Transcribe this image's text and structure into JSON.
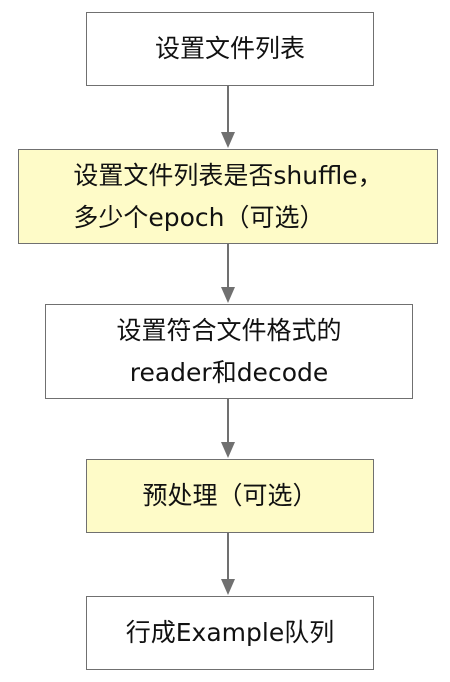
{
  "diagram": {
    "steps": [
      {
        "text": "设置文件列表",
        "fill": "#ffffff"
      },
      {
        "text": "设置文件列表是否shuffle，\n多少个epoch（可选）",
        "fill": "#fefbc8"
      },
      {
        "text": "设置符合文件格式的\nreader和decode",
        "fill": "#ffffff"
      },
      {
        "text": "预处理（可选）",
        "fill": "#fefbc8"
      },
      {
        "text": "行成Example队列",
        "fill": "#ffffff"
      }
    ],
    "colors": {
      "border": "#707070",
      "arrow": "#707070",
      "highlight": "#fefbc8"
    }
  }
}
